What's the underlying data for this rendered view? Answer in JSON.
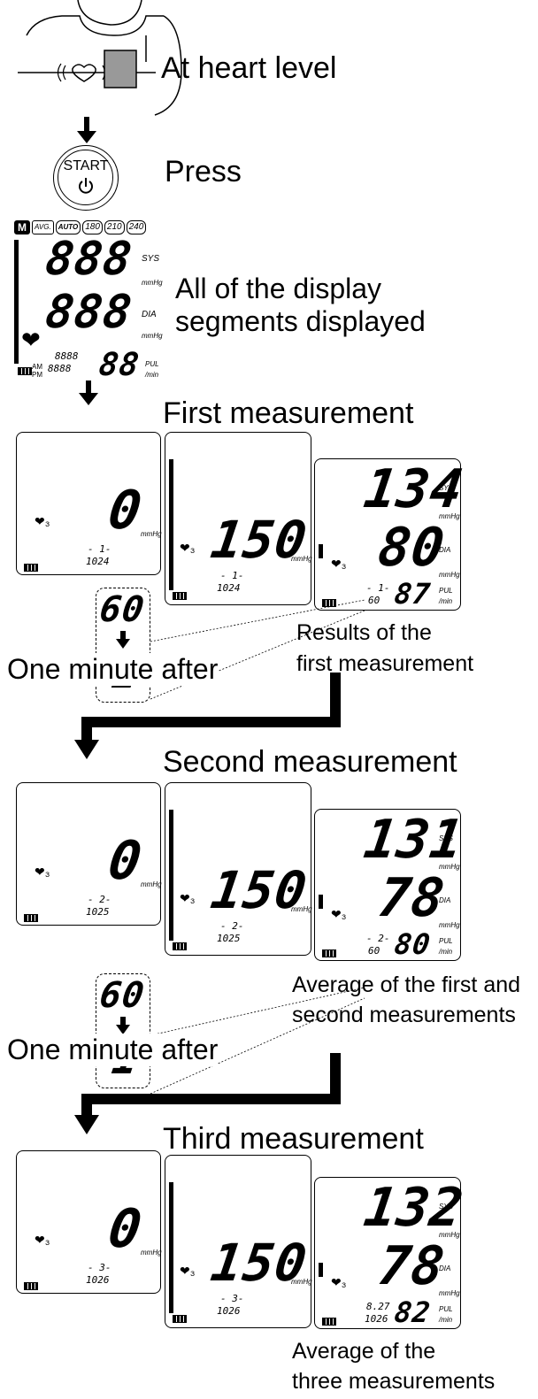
{
  "steps": {
    "heart_level": "At heart level",
    "press": "Press",
    "start_button": "START",
    "all_segments_line1": "All of the display",
    "all_segments_line2": "segments displayed"
  },
  "test_display": {
    "tags": [
      "M",
      "AVG.",
      "AUTO",
      "180",
      "210",
      "240"
    ],
    "sys": "888",
    "dia": "888",
    "small_top": "8888",
    "small_bottom": "8888",
    "pulse": "88",
    "am": "AM",
    "pm": "PM",
    "sys_label": "SYS",
    "dia_label": "DIA",
    "mmhg": "mmHg",
    "pul_label": "PUL",
    "per_min": "/min"
  },
  "measurements": [
    {
      "title": "First measurement",
      "start_value": "0",
      "pressure_value": "150",
      "index": "- 1-",
      "time": "1024",
      "countdown_top": "60",
      "countdown_bottom": "1",
      "result_sys": "134",
      "result_dia": "80",
      "result_pul": "87",
      "result_small_top": "- 1-",
      "result_small_bottom": "60",
      "result_caption_line1": "Results of the",
      "result_caption_line2": "first measurement",
      "after": "One minute after"
    },
    {
      "title": "Second measurement",
      "start_value": "0",
      "pressure_value": "150",
      "index": "- 2-",
      "time": "1025",
      "countdown_top": "60",
      "countdown_bottom": "1",
      "result_sys": "131",
      "result_dia": "78",
      "result_pul": "80",
      "result_small_top": "- 2-",
      "result_small_bottom": "60",
      "result_caption_line1": "Average of the first and",
      "result_caption_line2": "second measurements",
      "after": "One minute after"
    },
    {
      "title": "Third measurement",
      "start_value": "0",
      "pressure_value": "150",
      "index": "- 3-",
      "time": "1026",
      "result_sys": "132",
      "result_dia": "78",
      "result_pul": "82",
      "result_small_top": "8.27",
      "result_small_bottom": "1026",
      "result_caption_line1": "Average of the",
      "result_caption_line2": "three measurements"
    }
  ],
  "units": {
    "mmhg": "mmHg",
    "sys": "SYS",
    "dia": "DIA",
    "pul": "PUL",
    "per_min": "/min"
  }
}
